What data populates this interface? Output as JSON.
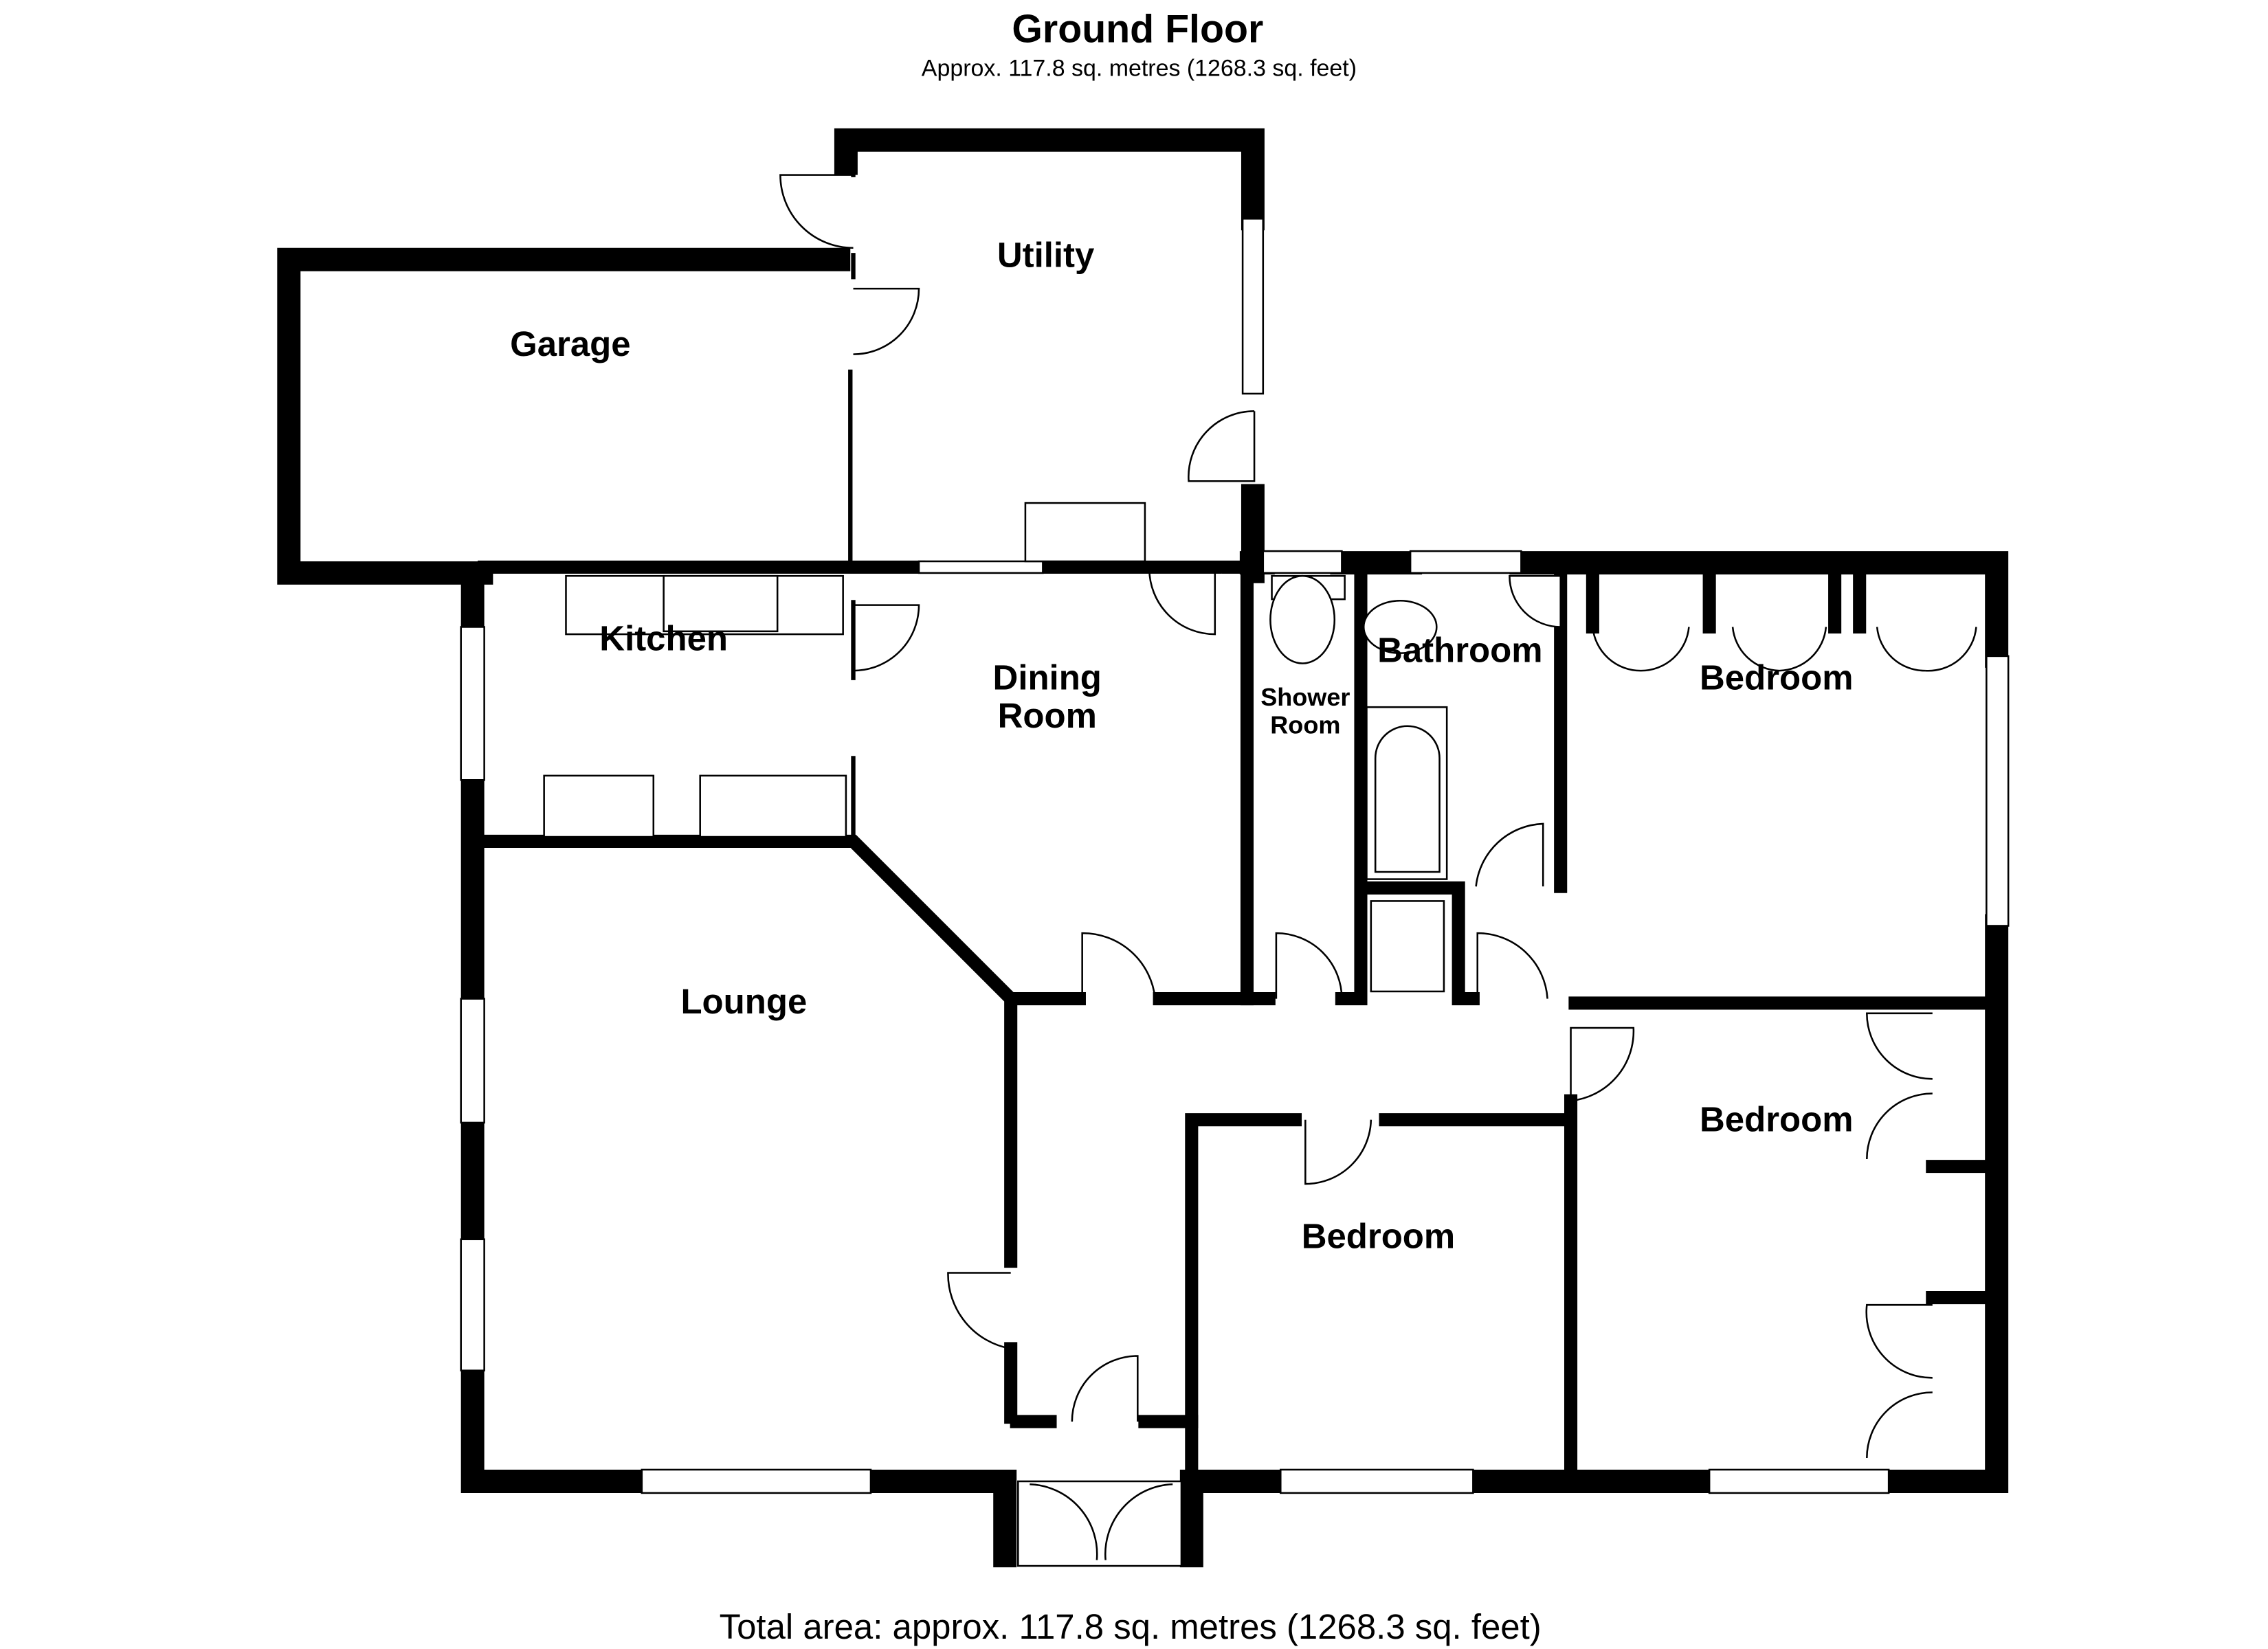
{
  "header": {
    "title": "Ground Floor",
    "subtitle": "Approx. 117.8 sq. metres (1268.3 sq. feet)"
  },
  "rooms": {
    "garage": "Garage",
    "utility": "Utility",
    "kitchen": "Kitchen",
    "dining_line1": "Dining",
    "dining_line2": "Room",
    "shower_line1": "Shower",
    "shower_line2": "Room",
    "bathroom": "Bathroom",
    "bedroom_ne": "Bedroom",
    "lounge": "Lounge",
    "bedroom_e": "Bedroom",
    "bedroom_s": "Bedroom"
  },
  "footer": {
    "total": "Total area: approx. 117.8 sq. metres (1268.3 sq. feet)"
  }
}
